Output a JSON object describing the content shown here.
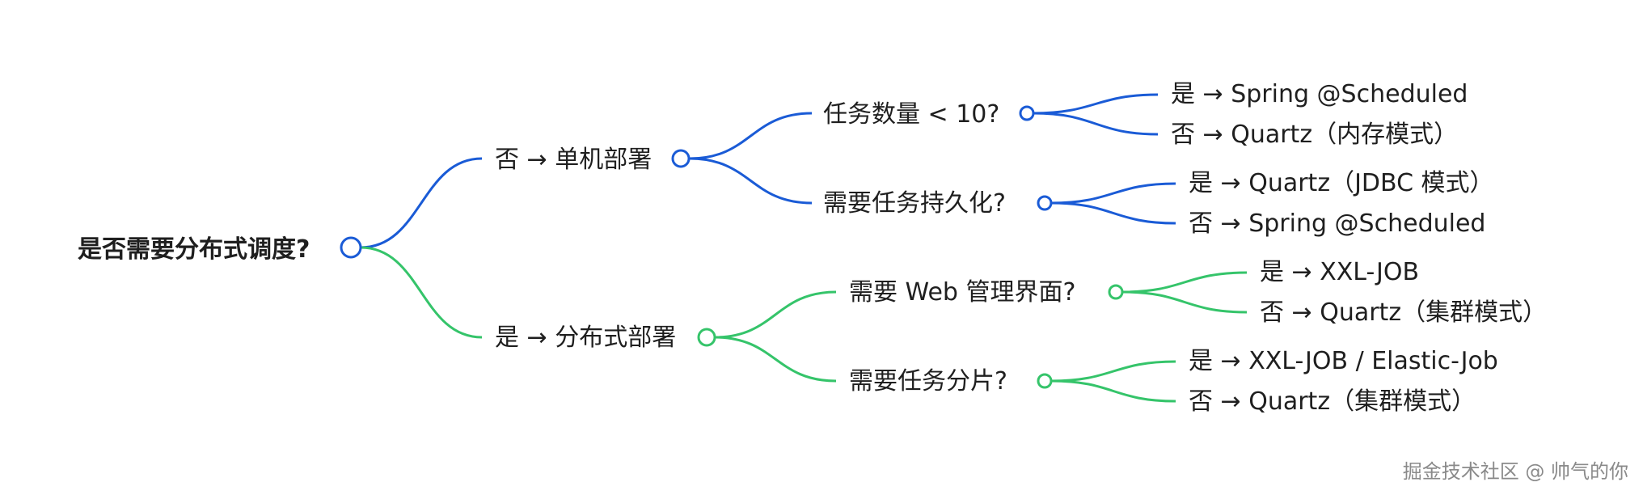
{
  "colors": {
    "branch_no": "#1a5bd6",
    "branch_yes": "#35c46a"
  },
  "root": {
    "label": "是否需要分布式调度?"
  },
  "branches": {
    "no": {
      "label": "否 → 单机部署",
      "questions": [
        {
          "label": "任务数量 < 10?",
          "answers": [
            "是 → Spring @Scheduled",
            "否 → Quartz（内存模式）"
          ]
        },
        {
          "label": "需要任务持久化?",
          "answers": [
            "是 → Quartz（JDBC 模式）",
            "否 → Spring @Scheduled"
          ]
        }
      ]
    },
    "yes": {
      "label": "是 → 分布式部署",
      "questions": [
        {
          "label": "需要 Web 管理界面?",
          "answers": [
            "是 → XXL-JOB",
            "否 → Quartz（集群模式）"
          ]
        },
        {
          "label": "需要任务分片?",
          "answers": [
            "是 → XXL-JOB / Elastic-Job",
            "否 → Quartz（集群模式）"
          ]
        }
      ]
    }
  },
  "watermark": "掘金技术社区 @ 帅气的你"
}
